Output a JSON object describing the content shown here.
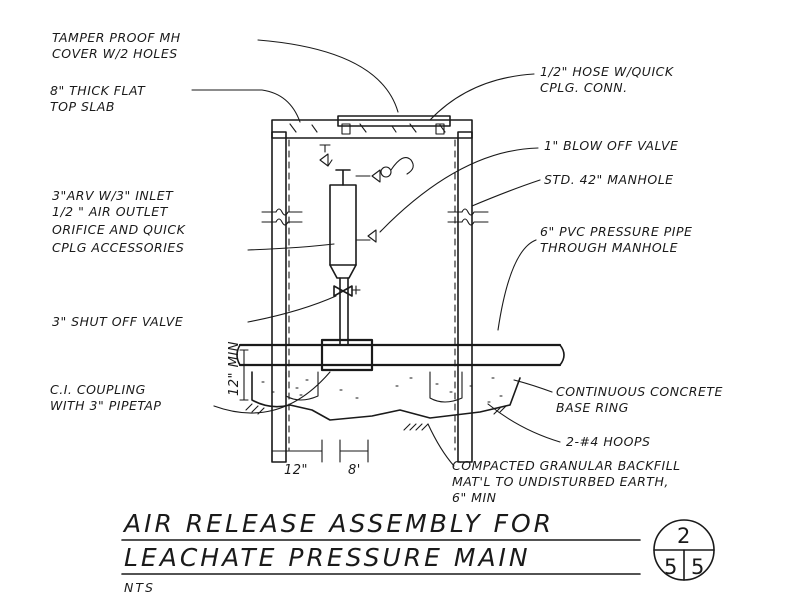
{
  "labels": {
    "cover_line1": "TAMPER PROOF MH",
    "cover_line2": "COVER W/2 HOLES",
    "slab_line1": "8\" THICK FLAT",
    "slab_line2": "TOP SLAB",
    "hose_line1": "1/2\" HOSE W/QUICK",
    "hose_line2": "CPLG. CONN.",
    "blowoff": "1\" BLOW OFF VALVE",
    "manhole": "STD. 42\" MANHOLE",
    "pipe_line1": "6\" PVC PRESSURE PIPE",
    "pipe_line2": "THROUGH MANHOLE",
    "arv_line1": "3\"ARV W/3\" INLET",
    "arv_line2": "1/2 \" AIR OUTLET",
    "arv_line3": "ORIFICE AND QUICK",
    "arv_line4": "CPLG ACCESSORIES",
    "shutoff": "3\" SHUT OFF VALVE",
    "coupling_line1": "C.I. COUPLING",
    "coupling_line2": "WITH 3\" PIPETAP",
    "base_line1": "CONTINUOUS CONCRETE",
    "base_line2": "BASE RING",
    "hoops": "2-#4 HOOPS",
    "backfill_line1": "COMPACTED GRANULAR BACKFILL",
    "backfill_line2": "MAT'L TO UNDISTURBED EARTH,",
    "backfill_line3": "6\" MIN",
    "dim_12min": "12\" MIN",
    "dim_12": "12\"",
    "dim_8": "8'"
  },
  "title_block": {
    "title_line1": "AIR RELEASE ASSEMBLY FOR",
    "title_line2": "LEACHATE PRESSURE MAIN",
    "scale": "NTS",
    "detail_number": "2",
    "sheet_left": "5",
    "sheet_right": "5"
  },
  "colors": {
    "ink": "#1a1a1a",
    "paper": "#ffffff"
  }
}
